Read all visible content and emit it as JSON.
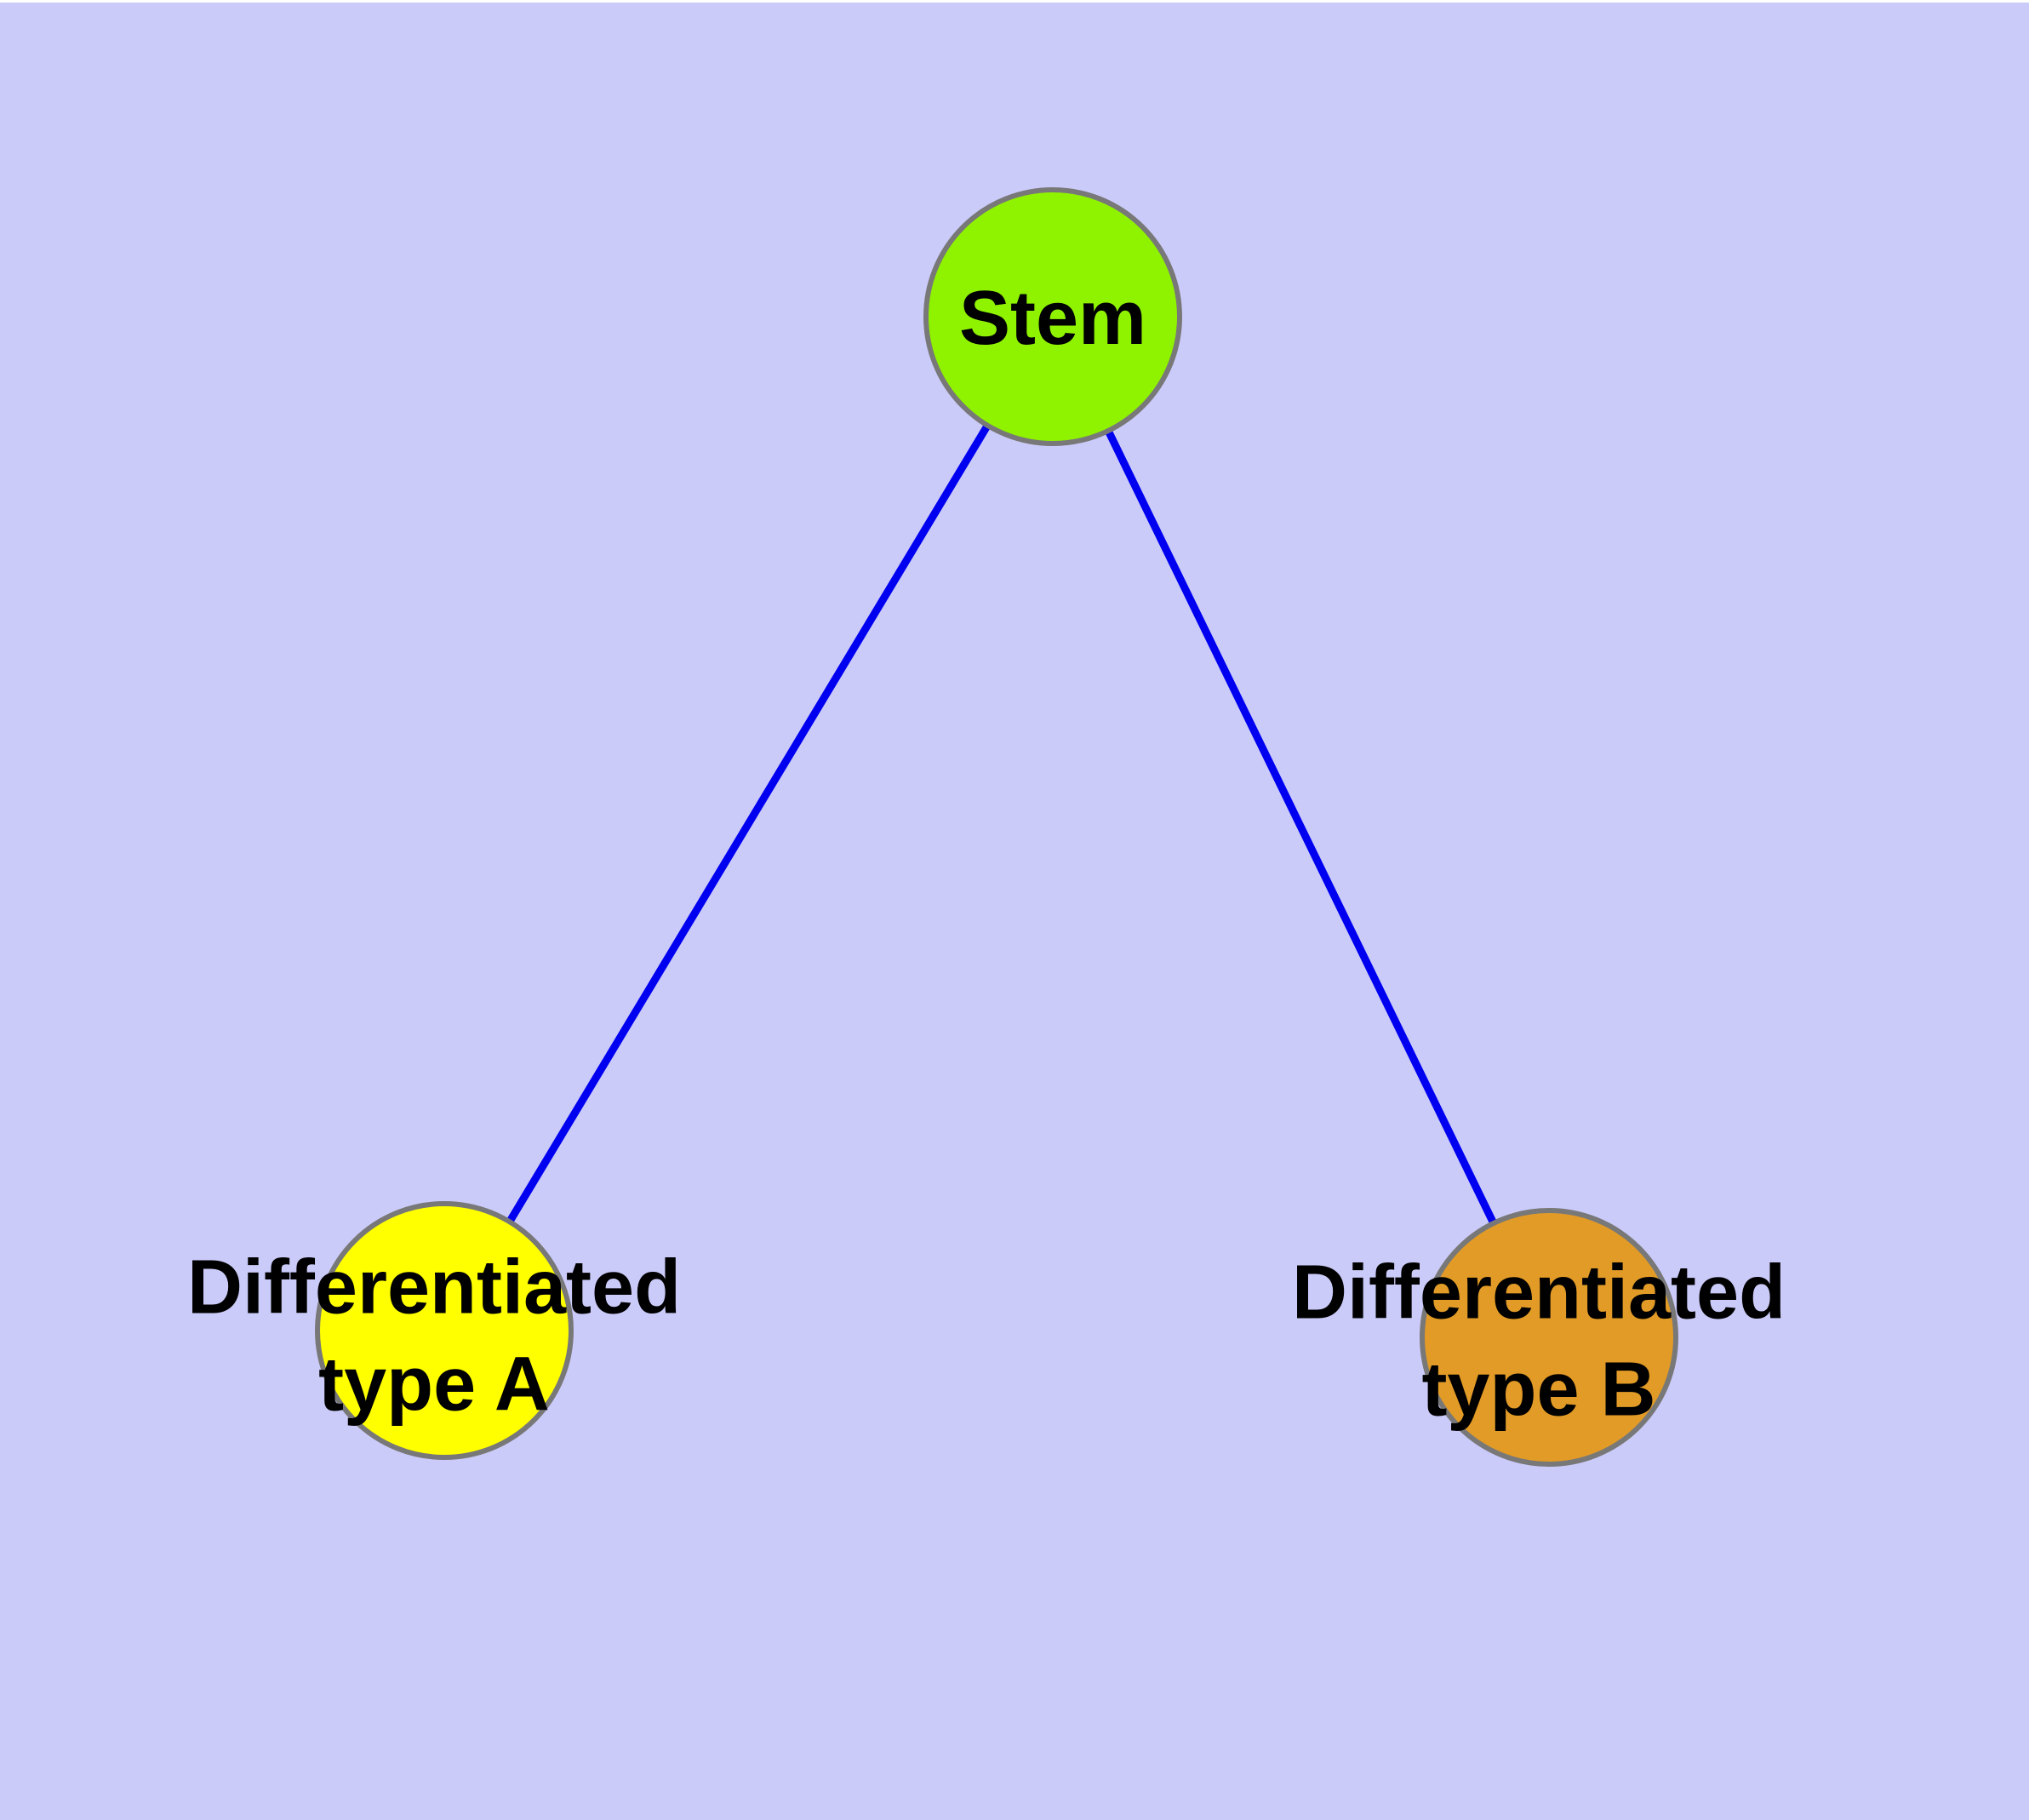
{
  "figure": {
    "background_color": "#CBCBFA",
    "top_margin_color": "#FFFFFF",
    "edge_color": "#0000F0",
    "node_border_color": "#787878",
    "text_color": "#000000",
    "nodes": {
      "stem": {
        "label": "Stem",
        "fill": "#8FF300"
      },
      "type_a": {
        "label": "Differentiated\ntype A",
        "fill": "#FFFF00"
      },
      "type_b": {
        "label": "Differentiated\ntype B",
        "fill": "#E29B26"
      }
    },
    "edges": [
      {
        "from": "Stem",
        "to": "Differentiated type A"
      },
      {
        "from": "Stem",
        "to": "Differentiated type B"
      }
    ]
  }
}
